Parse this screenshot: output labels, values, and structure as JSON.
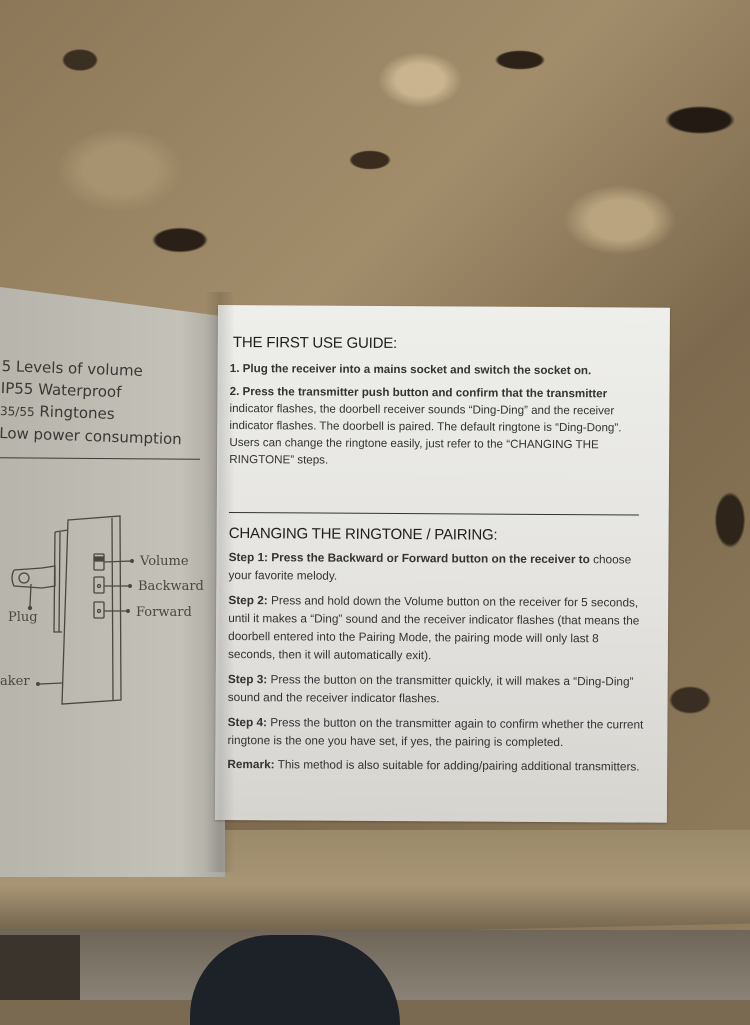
{
  "scene": {
    "description": "Photo of a doorbell instruction pamphlet lying on a granite countertop",
    "colors": {
      "paper": "#e8e7e3",
      "paper_left_shadowed": "#bfbcb4",
      "text": "#2b2b2b",
      "granite_base": "#93805f",
      "granite_dark_spot": "#2a2018"
    }
  },
  "left_panel": {
    "features": [
      {
        "text": "5 Levels of volume"
      },
      {
        "text": "IP55 Waterproof"
      },
      {
        "num": "35/55",
        "text": " Ringtones"
      },
      {
        "text": "Low power consumption"
      }
    ],
    "diagram": {
      "title": "receiver-side-view",
      "labels": {
        "volume": "Volume",
        "backward": "Backward",
        "forward": "Forward",
        "plug": "Plug",
        "speaker": "aker"
      }
    }
  },
  "right_panel": {
    "first_use": {
      "heading": "THE FIRST USE GUIDE:",
      "item1": "1. Plug the receiver into a mains socket and switch the socket on.",
      "item2_bold": "2. Press the transmitter push button and confirm that the transmitter",
      "item2_rest": "indicator flashes, the doorbell receiver sounds “Ding-Ding” and the receiver indicator flashes. The doorbell is paired. The default ringtone is “Ding-Dong”. Users can change the ringtone easily, just refer to the “CHANGING THE RINGTONE” steps."
    },
    "changing": {
      "heading": "CHANGING THE RINGTONE / PAIRING:",
      "steps": [
        {
          "key": "Step 1:",
          "bold_text": " Press the Backward or Forward button on the receiver to",
          "text": " choose your favorite melody."
        },
        {
          "key": "Step 2:",
          "bold_text": "",
          "text": "  Press and hold down the Volume button on the receiver for 5 seconds, until it makes a “Ding” sound and the receiver indicator flashes (that means the doorbell entered into the Pairing Mode, the pairing mode will only last 8 seconds, then it will automatically exit)."
        },
        {
          "key": "Step 3:",
          "bold_text": "",
          "text": " Press the button on the transmitter quickly, it will makes a “Ding-Ding” sound and the receiver indicator flashes."
        },
        {
          "key": "Step 4:",
          "bold_text": "",
          "text": " Press the button on the transmitter again to confirm whether the current ringtone is the one you have set, if yes, the pairing is completed."
        }
      ],
      "remark_key": "Remark:",
      "remark_text": " This method is also suitable for adding/pairing additional transmitters."
    }
  }
}
